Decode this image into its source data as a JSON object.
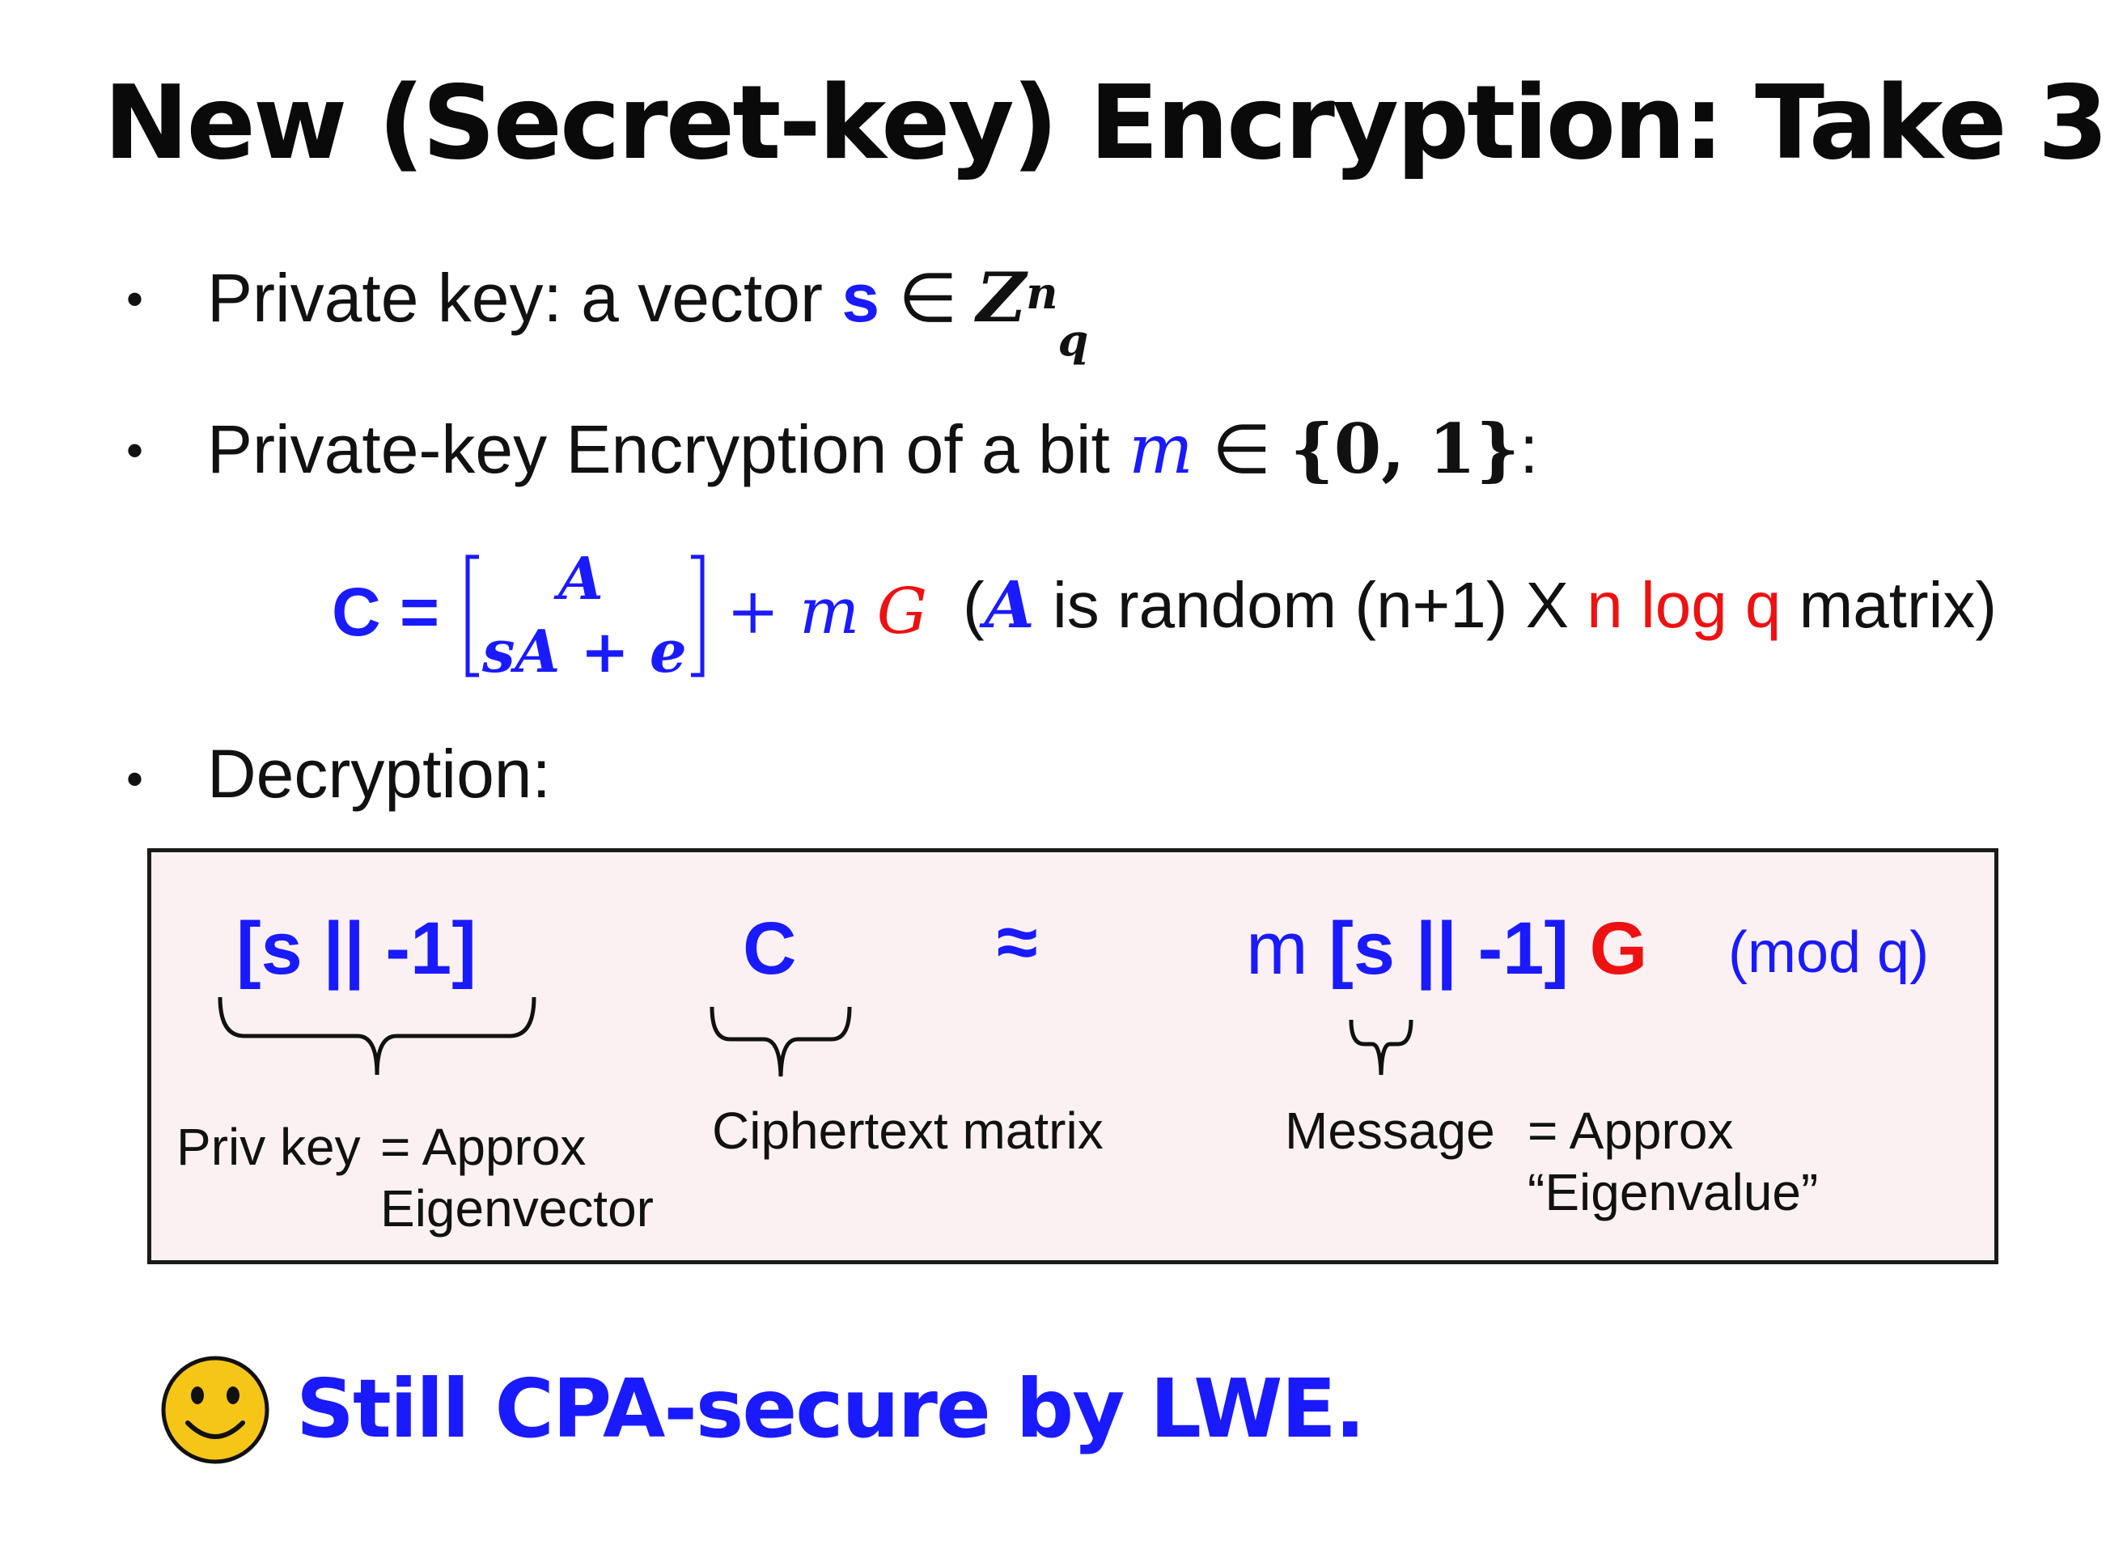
{
  "title": "New (Secret-key) Encryption: Take 3",
  "bullets": {
    "b1": {
      "text": "Private key:  a vector ",
      "var": "s",
      "in": " ∈ ",
      "set": "Z",
      "set_sup": "n",
      "set_sub": "q"
    },
    "b2": {
      "text": "Private-key Encryption of a bit ",
      "var": "m",
      "in": " ∈ ",
      "set": "{0, 1}",
      "tail": ":"
    },
    "b3": {
      "text": "Decryption:"
    }
  },
  "formula": {
    "lhs": "C =",
    "top": "A",
    "bottom": "sA + e",
    "plus": "+ ",
    "m": "m",
    "G": "G",
    "paren_open": "(",
    "A": "A",
    "desc": " is random (n+1) X ",
    "dims": "n log q",
    "tail": "  matrix)"
  },
  "decryption": {
    "key": "[s || -1]",
    "C": "C",
    "approx": "≈",
    "m": "m",
    "key2": "[s || -1]",
    "G": "G",
    "mod": "(mod q)",
    "label_privkey": "Priv key",
    "label_approx1_line1": "= Approx",
    "label_approx1_line2": "Eigenvector",
    "label_cipher": "Ciphertext matrix",
    "label_message": "Message",
    "label_approx2_line1": "= Approx",
    "label_approx2_line2": "“Eigenvalue”"
  },
  "conclusion": "Still CPA-secure by LWE.",
  "colors": {
    "blue": "#1a1aff",
    "red": "#ee1111",
    "box_bg": "#fcf1f2",
    "smiley": "#f5c518"
  },
  "icons": {
    "smiley": "smiley-face-icon"
  }
}
